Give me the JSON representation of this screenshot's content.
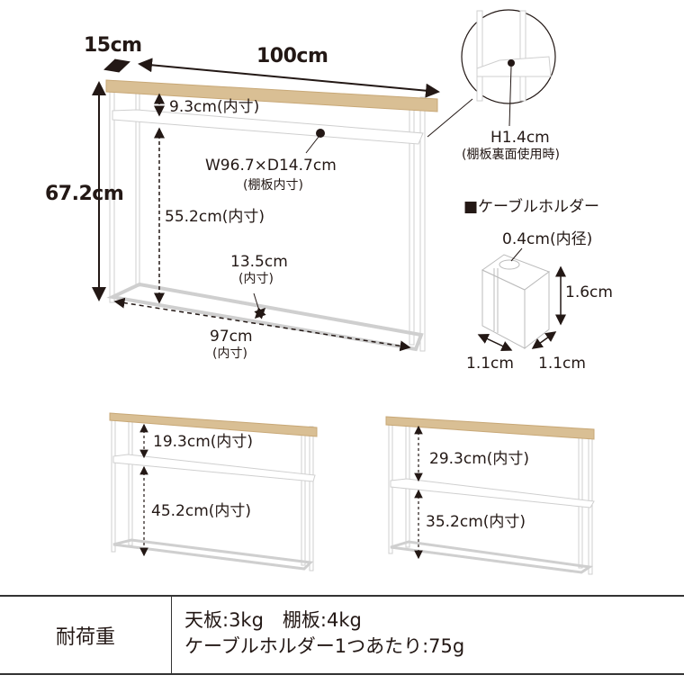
{
  "main_diagram": {
    "depth": "15cm",
    "width": "100cm",
    "height": "67.2cm",
    "upper_gap": "9.3cm(内寸)",
    "shelf_size": "W96.7×D14.7cm",
    "shelf_size_note": "(棚板内寸)",
    "lower_gap": "55.2cm(内寸)",
    "inner_depth": "13.5cm",
    "inner_depth_note": "(内寸)",
    "inner_width": "97cm",
    "inner_width_note": "(内寸)"
  },
  "detail_circle": {
    "height": "H1.4cm",
    "note": "(棚板裏面使用時)"
  },
  "cable_holder": {
    "title": "■ケーブルホルダー",
    "inner_diameter": "0.4cm(内径)",
    "height": "1.6cm",
    "width": "1.1cm",
    "depth": "1.1cm"
  },
  "variant_1": {
    "upper_gap": "19.3cm(内寸)",
    "lower_gap": "45.2cm(内寸)"
  },
  "variant_2": {
    "upper_gap": "29.3cm(内寸)",
    "lower_gap": "35.2cm(内寸)"
  },
  "load_table": {
    "header": "耐荷重",
    "line1": "天板:3kg　棚板:4kg",
    "line2": "ケーブルホルダー1つあたり:75g"
  },
  "colors": {
    "wood": "#d9bf94",
    "wood_edge": "#c8a877",
    "frame": "#ffffff",
    "frame_stroke": "#c9c9c9",
    "text": "#231815"
  }
}
